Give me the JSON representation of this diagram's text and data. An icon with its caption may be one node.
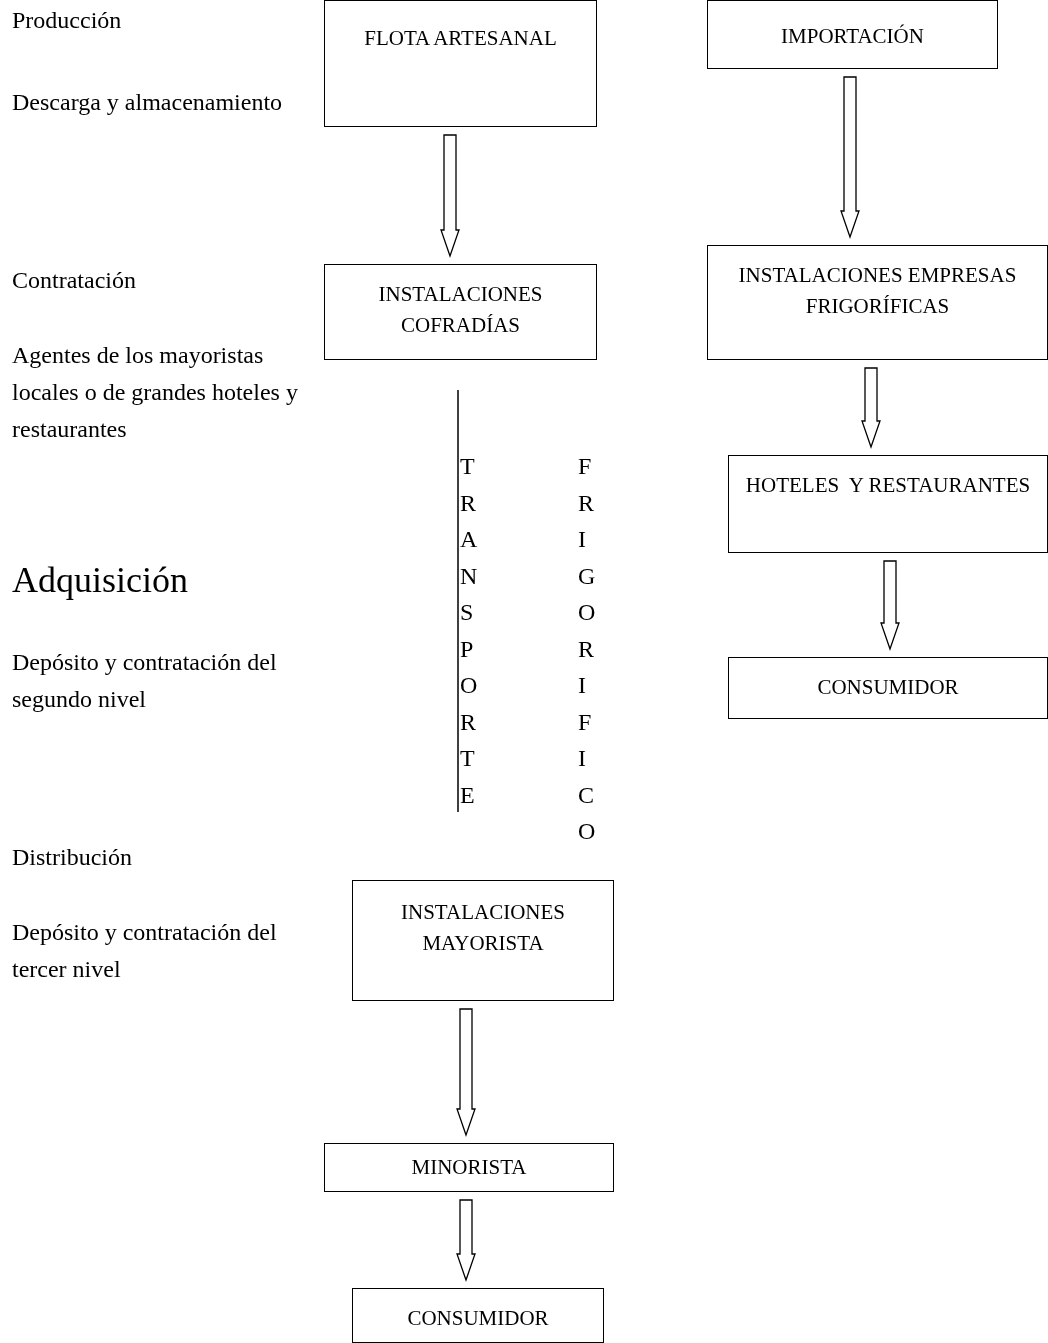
{
  "diagram": {
    "nodes": [
      {
        "text": [
          "FLOTA ARTESANAL"
        ]
      },
      {
        "text": [
          "IMPORTACIÓN"
        ]
      },
      {
        "text": [
          "INSTALACIONES COFRADÍAS"
        ]
      },
      {
        "text": [
          "INSTALACIONES EMPRESAS FRIGORÍFICAS"
        ]
      },
      {
        "text": [
          "HOTELES  Y RESTAURANTES"
        ]
      },
      {
        "text": [
          "CONSUMIDOR"
        ]
      },
      {
        "text": [
          "INSTALACIONES MAYORISTA"
        ]
      },
      {
        "text": [
          "MINORISTA"
        ]
      },
      {
        "text": [
          "CONSUMIDOR"
        ]
      }
    ],
    "edges": [
      {
        "from": 0,
        "to": 2,
        "arrow": "to"
      },
      {
        "from": 1,
        "to": 3,
        "arrow": "to"
      },
      {
        "from": 3,
        "to": 4,
        "arrow": "to"
      },
      {
        "from": 4,
        "to": 5,
        "arrow": "to"
      },
      {
        "from": 6,
        "to": 7,
        "arrow": "to"
      },
      {
        "from": 7,
        "to": 8,
        "arrow": "to"
      }
    ],
    "labels": [
      "Producción",
      "Descarga y almacenamiento",
      "Contratación",
      "Agentes de los mayoristas locales o de grandes hoteles y restaurantes",
      "Adquisición",
      "Depósito y contratación del segundo nivel",
      "TRANSPORTE",
      "FRIGORIFICO",
      "Distribución",
      "Depósito y contratación del tercer nivel"
    ]
  }
}
